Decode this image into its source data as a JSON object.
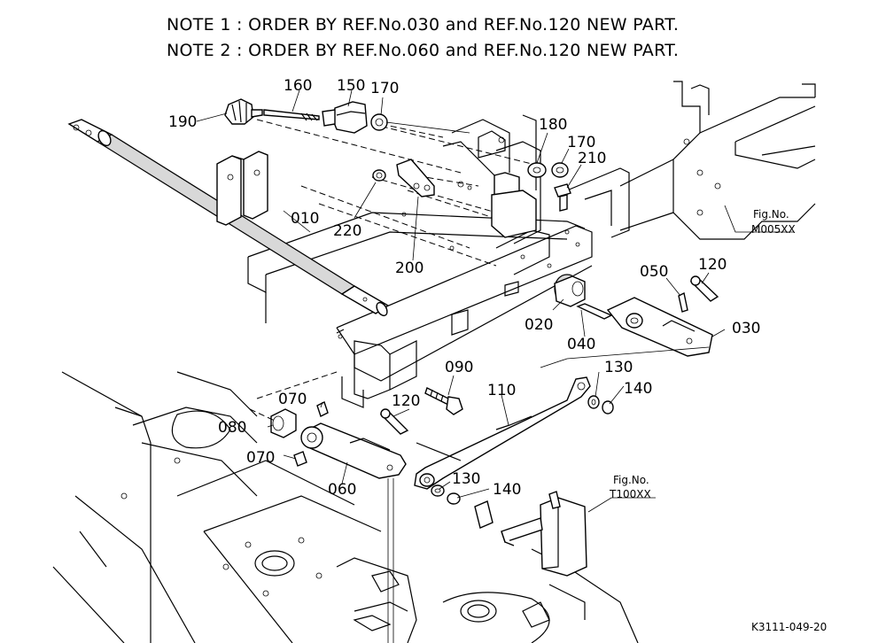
{
  "notes": [
    "NOTE 1 : ORDER BY REF.No.030 and REF.No.120 NEW PART.",
    "NOTE 2 : ORDER BY REF.No.060 and REF.No.120 NEW PART."
  ],
  "callouts": {
    "p160": "160",
    "p150": "150",
    "p170a": "170",
    "p190": "190",
    "p180": "180",
    "p170b": "170",
    "p210": "210",
    "p010": "010",
    "p220": "220",
    "p200": "200",
    "p050": "050",
    "p120a": "120",
    "p020": "020",
    "p040": "040",
    "p030": "030",
    "p090": "090",
    "p130a": "130",
    "p140a": "140",
    "p110": "110",
    "p070a": "070",
    "p120b": "120",
    "p080": "080",
    "p070b": "070",
    "p060": "060",
    "p130b": "130",
    "p140b": "140"
  },
  "fig_refs": {
    "m005": {
      "label": "Fig.No.",
      "code": "M005XX"
    },
    "t100": {
      "label": "Fig.No.",
      "code": "T100XX"
    }
  },
  "drawing_id": "K3111-049-20"
}
